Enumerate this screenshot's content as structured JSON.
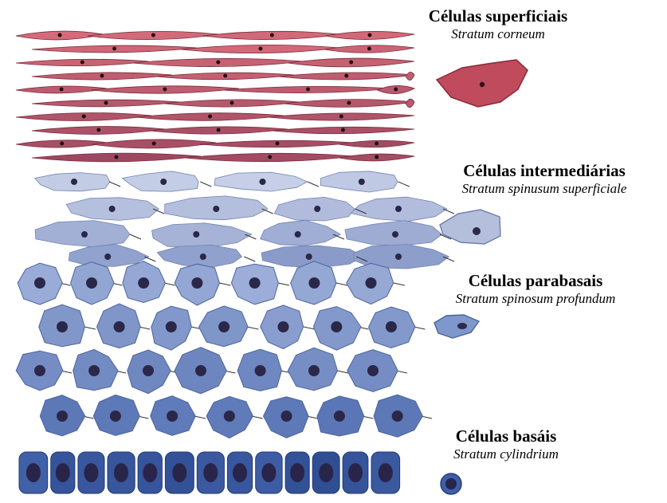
{
  "layers": [
    {
      "id": "superficial",
      "title": "Células superficiais",
      "subtitle": "Stratum corneum",
      "color": "#c45060"
    },
    {
      "id": "intermediate",
      "title": "Células intermediárias",
      "subtitle": "Stratum spinusum superficiale",
      "color": "#a6b3d5"
    },
    {
      "id": "parabasal",
      "title": "Células parabasais",
      "subtitle": "Stratum spinosum profundum",
      "color": "#7f93c3"
    },
    {
      "id": "basal",
      "title": "Células basáis",
      "subtitle": "Stratum cylindrium",
      "color": "#3f5c9f"
    }
  ]
}
